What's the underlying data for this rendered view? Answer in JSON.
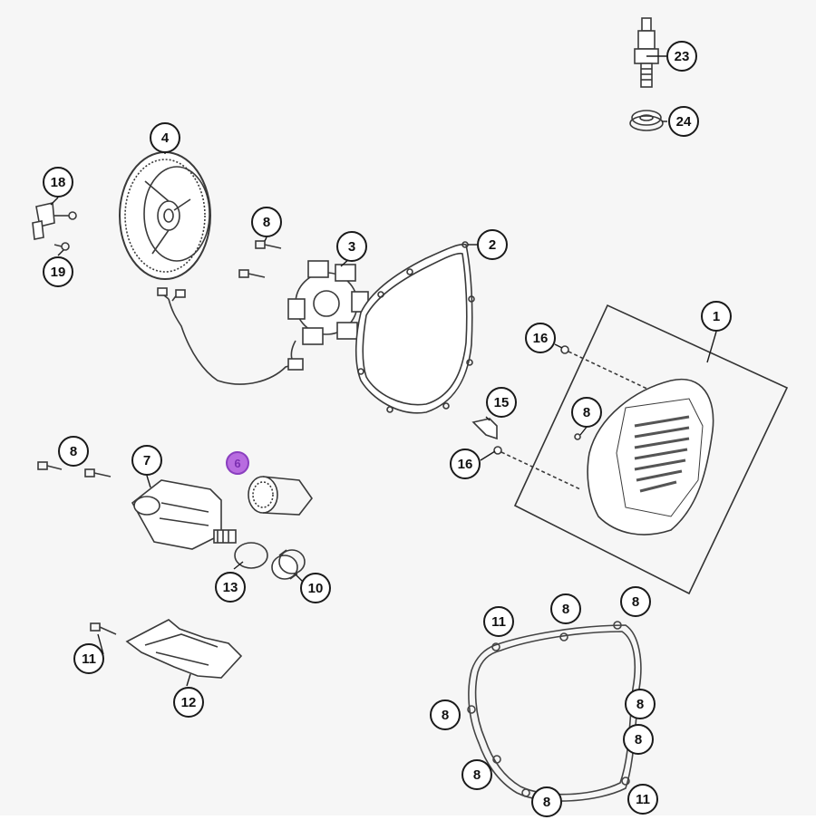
{
  "diagram": {
    "parts": {
      "cover": "1",
      "cover_gasket": "2",
      "stator": "3",
      "flywheel": "4",
      "starter_motor": "7",
      "screw": "8",
      "highlighted_gear": "6",
      "starter_gear_bushing": "10",
      "screw_long": "11",
      "skid_guard": "12",
      "o_ring": "13",
      "bracket_clip": "15",
      "nut": "16",
      "sensor": "18",
      "sensor_screw": "19",
      "spark_plug": "23",
      "spark_plug_seal": "24"
    },
    "colors": {
      "highlight": "#b86ce0",
      "line": "#1a1a1a",
      "gasket_accent": "#c0392b"
    }
  }
}
